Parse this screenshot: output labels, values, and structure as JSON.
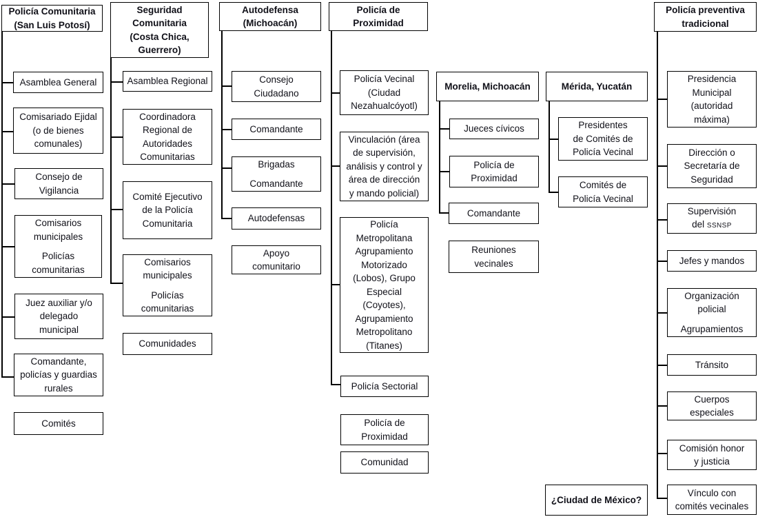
{
  "meta": {
    "description": "Organigramas comparativos de modelos de policía comunitaria y preventiva en México",
    "colors": {
      "background": "#ffffff",
      "border": "#000000",
      "text": "#101018"
    }
  },
  "diagram": {
    "columns": [
      {
        "id": "policia-comunitaria-slp",
        "title": "Policía Comunitaria\n(San Luis Potosí)",
        "nodes": [
          {
            "label": "Asamblea General"
          },
          {
            "label": "Comisariado Ejidal\n(o de bienes\ncomunales)"
          },
          {
            "label": "Consejo de\nVigilancia"
          },
          {
            "label": "Comisarios\nmunicipales",
            "label2": "Policías\ncomunitarias"
          },
          {
            "label": "Juez auxiliar y/o\ndelegado\nmunicipal"
          },
          {
            "label": "Comandante,\npolicías y guardias\nrurales"
          },
          {
            "label": "Comités"
          }
        ]
      },
      {
        "id": "seguridad-comunitaria-guerrero",
        "title": "Seguridad\nComunitaria\n(Costa Chica,\nGuerrero)",
        "nodes": [
          {
            "label": "Asamblea Regional"
          },
          {
            "label": "Coordinadora\nRegional de\nAutoridades\nComunitarias"
          },
          {
            "label": "Comité Ejecutivo\nde la Policía\nComunitaria"
          },
          {
            "label": "Comisarios\nmunicipales",
            "label2": "Policías\ncomunitarias"
          },
          {
            "label": "Comunidades"
          }
        ]
      },
      {
        "id": "autodefensa-michoacan",
        "title": "Autodefensa\n(Michoacán)",
        "nodes": [
          {
            "label": "Consejo\nCiudadano"
          },
          {
            "label": "Comandante"
          },
          {
            "label": "Brigadas",
            "label2": "Comandante"
          },
          {
            "label": "Autodefensas"
          },
          {
            "label": "Apoyo\ncomunitario"
          }
        ]
      },
      {
        "id": "policia-de-proximidad",
        "title": "Policía de\nProximidad",
        "nodes": [
          {
            "label": "Policía Vecinal\n(Ciudad\nNezahualcóyotl)"
          },
          {
            "label": "Vinculación (área\nde supervisión,\nanálisis y control y\nárea de dirección\ny mando policial)"
          },
          {
            "label": "Policía\nMetropolitana\nAgrupamiento\nMotorizado\n(Lobos), Grupo\nEspecial\n(Coyotes),\nAgrupamiento\nMetropolitano\n(Titanes)"
          },
          {
            "label": "Policía Sectorial"
          },
          {
            "label": "Policía de\nProximidad"
          },
          {
            "label": "Comunidad"
          }
        ]
      },
      {
        "id": "morelia-michoacan",
        "title": "Morelia, Michoacán",
        "nodes": [
          {
            "label": "Jueces cívicos"
          },
          {
            "label": "Policía de\nProximidad"
          },
          {
            "label": "Comandante"
          },
          {
            "label": "Reuniones\nvecinales"
          }
        ]
      },
      {
        "id": "merida-yucatan",
        "title": "Mérida, Yucatán",
        "nodes": [
          {
            "label": "Presidentes\nde Comités de\nPolicía Vecinal"
          },
          {
            "label": "Comités de\nPolicía Vecinal"
          }
        ]
      },
      {
        "id": "policia-preventiva-tradicional",
        "title": "Policía preventiva\ntradicional",
        "nodes": [
          {
            "label": "Presidencia\nMunicipal\n(autoridad\nmáxima)"
          },
          {
            "label": "Dirección o\nSecretaría de\nSeguridad"
          },
          {
            "label": "Supervisión\ndel ",
            "acronym": "SSNSP"
          },
          {
            "label": "Jefes y mandos"
          },
          {
            "label": "Organización\npolicial",
            "label2": "Agrupamientos"
          },
          {
            "label": "Tránsito"
          },
          {
            "label": "Cuerpos\nespeciales"
          },
          {
            "label": "Comisión honor\ny justicia"
          },
          {
            "label": "Vínculo con\ncomités vecinales"
          }
        ]
      }
    ],
    "standalone": {
      "label": "¿Ciudad de México?"
    }
  }
}
